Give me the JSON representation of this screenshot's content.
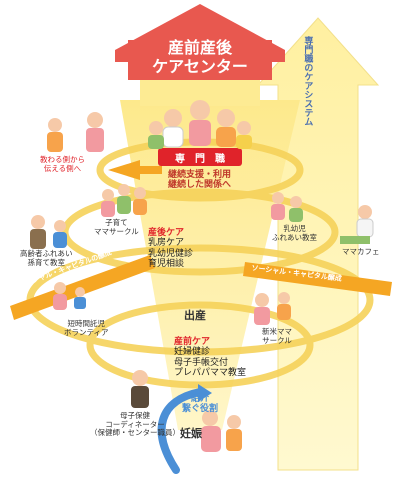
{
  "title": {
    "line1": "産前産後",
    "line2": "ケアセンター"
  },
  "specialist": "専　門　職",
  "support": {
    "line1": "継続支援・利用",
    "line2": "継続した関係へ"
  },
  "system_arrow": "専門職のケアシステム",
  "teach": {
    "line1": "教わる側から",
    "line2": "伝える側へ"
  },
  "postnatal": {
    "heading": "産後ケア",
    "items": [
      "乳房ケア",
      "乳幼児健診",
      "育児相談"
    ]
  },
  "prenatal": {
    "heading": "産前ケア",
    "items": [
      "妊婦健診",
      "母子手帳交付",
      "プレパパママ教室"
    ]
  },
  "childbirth": "出産",
  "pregnancy": "妊娠",
  "introduce": {
    "line1": "紹介",
    "line2": "繋ぐ役割"
  },
  "social_left": "ソーシャル・キャピタルの醸成",
  "social_right": "ソーシャル・キャピタル醸成",
  "groups": {
    "childcare_circle": {
      "line1": "子育て",
      "line2": "ママサークル"
    },
    "elderly": {
      "line1": "高齢者ふれあい",
      "line2": "孫育て教室"
    },
    "infant": {
      "line1": "乳幼児",
      "line2": "ふれあい教室"
    },
    "mama_cafe": "ママカフェ",
    "volunteer": {
      "line1": "短時間託児",
      "line2": "ボランティア"
    },
    "new_mama": {
      "line1": "新米ママ",
      "line2": "サークル"
    },
    "coordinator": {
      "line1": "母子保健",
      "line2": "コーディネーター",
      "line3": "（保健師・センター職員）"
    }
  },
  "colors": {
    "roof": "#e8584f",
    "funnel": "#fbe27a",
    "arrow": "#fff3a8",
    "accent": "#e0232a",
    "ribbon": "#f5a623",
    "blue": "#4b8fd6"
  }
}
